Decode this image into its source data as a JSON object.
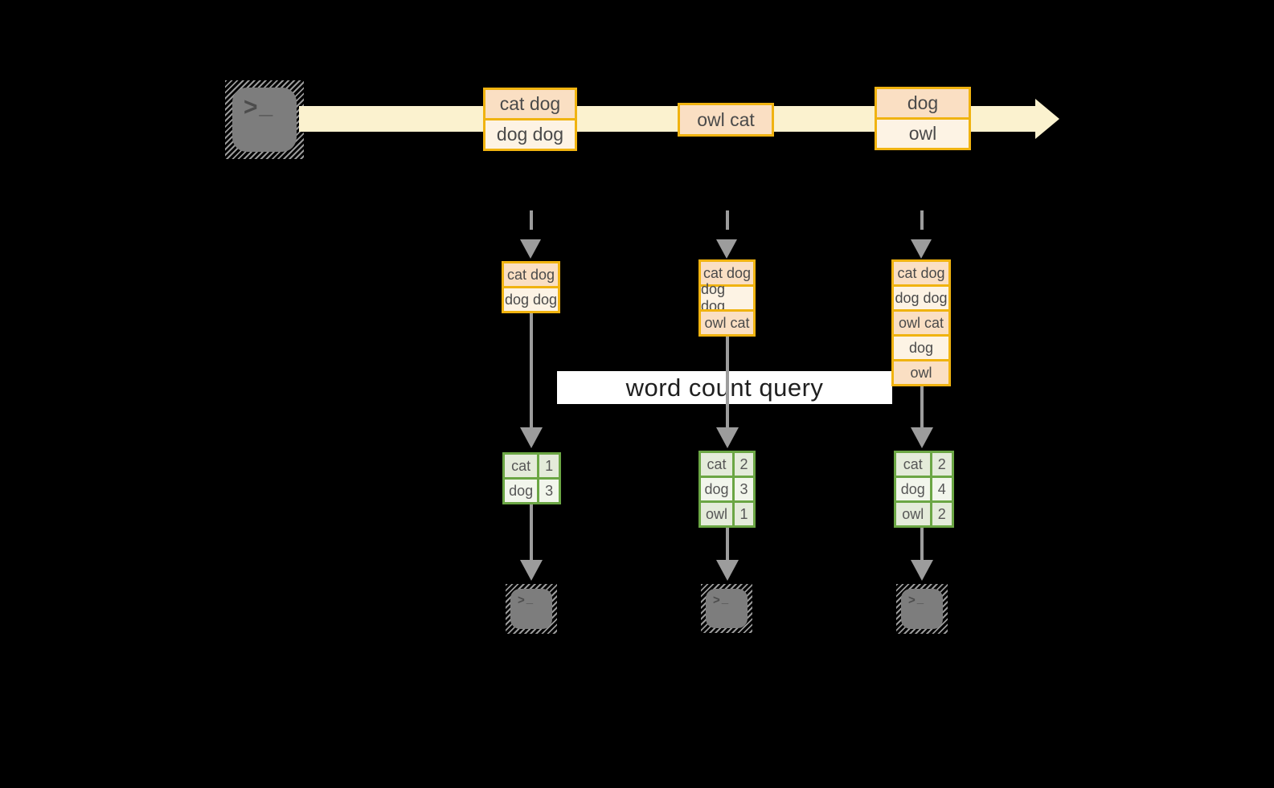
{
  "colors": {
    "background": "#000000",
    "stream_band": "#FBF2CF",
    "gold_border": "#F0B310",
    "row_peach": "#FADFC3",
    "row_cream": "#FDF3E4",
    "arrow_gray": "#9C9C9C",
    "green_border": "#6BA644",
    "cell_sage": "#E4EBDA",
    "cell_pale": "#F2F6EC",
    "query_bg": "#FFFFFF",
    "query_text": "#1F1F1F",
    "terminal_gray": "#7D7D7D"
  },
  "icons": {
    "terminal_prompt_caret": ">",
    "terminal_prompt_underscore": "_"
  },
  "stream": {
    "batches": [
      {
        "rows": [
          "cat dog",
          "dog dog"
        ]
      },
      {
        "rows": [
          "owl cat"
        ]
      },
      {
        "rows": [
          "dog",
          "owl"
        ]
      }
    ]
  },
  "accumulated_inputs": [
    {
      "rows": [
        "cat dog",
        "dog dog"
      ]
    },
    {
      "rows": [
        "cat dog",
        "dog dog",
        "owl cat"
      ]
    },
    {
      "rows": [
        "cat dog",
        "dog dog",
        "owl cat",
        "dog",
        "owl"
      ]
    }
  ],
  "query": {
    "label": "word count query"
  },
  "results": [
    {
      "rows": [
        {
          "word": "cat",
          "count": "1"
        },
        {
          "word": "dog",
          "count": "3"
        }
      ]
    },
    {
      "rows": [
        {
          "word": "cat",
          "count": "2"
        },
        {
          "word": "dog",
          "count": "3"
        },
        {
          "word": "owl",
          "count": "1"
        }
      ]
    },
    {
      "rows": [
        {
          "word": "cat",
          "count": "2"
        },
        {
          "word": "dog",
          "count": "4"
        },
        {
          "word": "owl",
          "count": "2"
        }
      ]
    }
  ]
}
